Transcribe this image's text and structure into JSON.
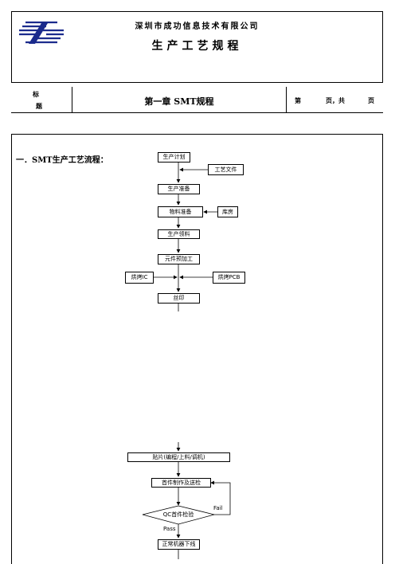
{
  "header": {
    "company": "深圳市成功信息技术有限公司",
    "doc_title": "生产工艺规程",
    "label_char_1": "标",
    "label_char_2": "题",
    "chapter": "第一章 SMT规程",
    "page_prefix": "第",
    "page_mid": "页，共",
    "page_suffix": "页"
  },
  "section": {
    "heading": "一．SMT生产工艺流程："
  },
  "flow": {
    "plan": "生产计划",
    "process_doc": "工艺文件",
    "prep": "生产准备",
    "material_prep": "物料准备",
    "warehouse": "库房",
    "material_pick": "生产领料",
    "preprocess": "元件预加工",
    "bake_ic": "烘烤IC",
    "bake_pcb": "烘烤PCB",
    "print": "丝印",
    "mount": "贴片(编程/上料/调机)",
    "first_piece": "首件制作及送检",
    "qc": "QC首件检验",
    "fail": "Fail",
    "pass": "Pass",
    "production": "正常机器下线"
  }
}
